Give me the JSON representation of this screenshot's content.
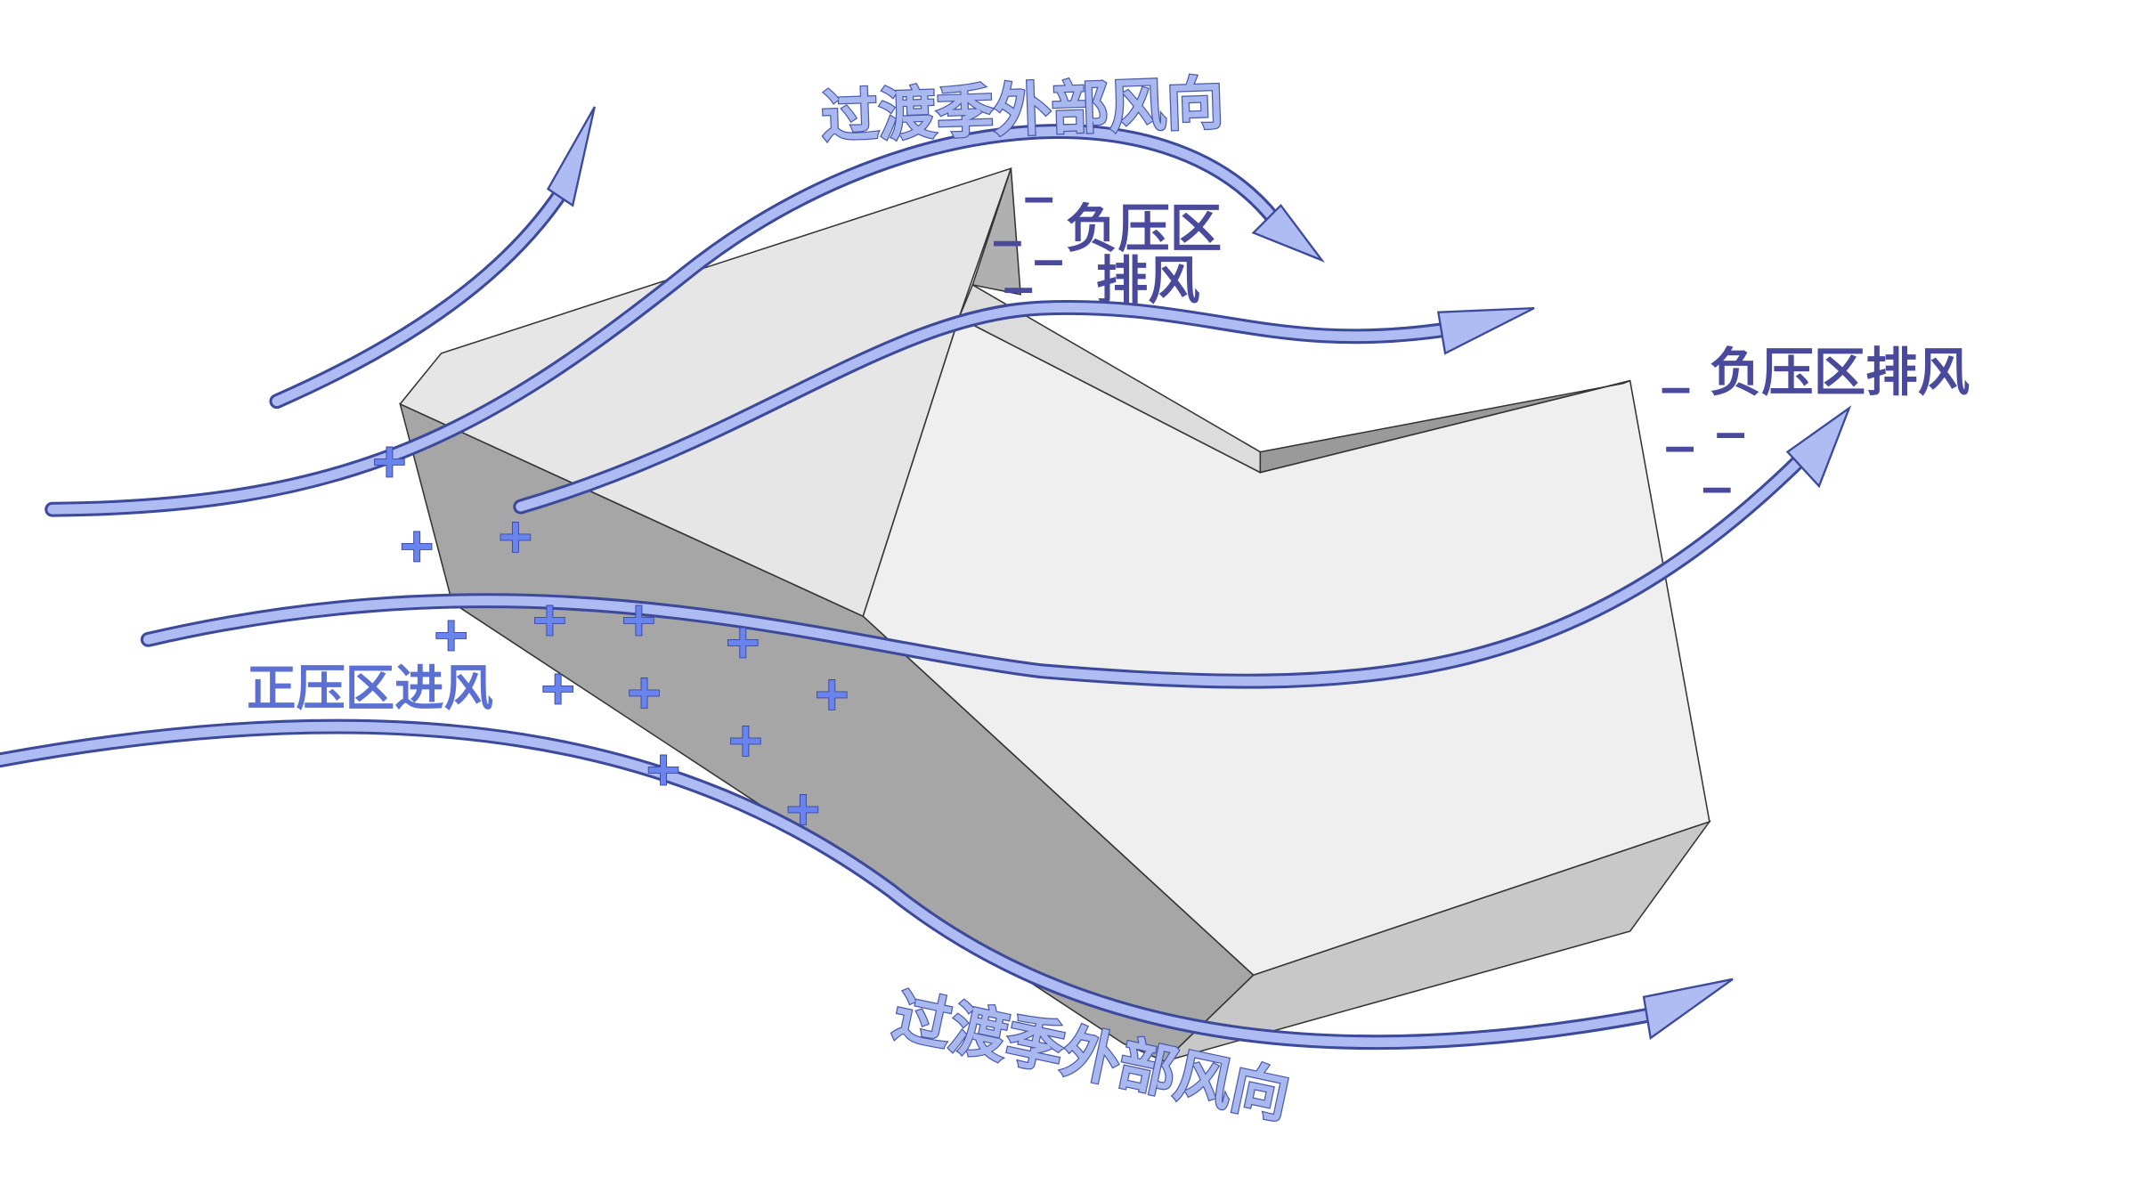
{
  "labels": {
    "top_wind": "过渡季外部风向",
    "bottom_wind": "过渡季外部风向",
    "neg_zone_upper_1": "负压区",
    "neg_zone_upper_2": "排风",
    "neg_zone_right": "负压区排风",
    "pos_zone": "正压区进风"
  },
  "markers": {
    "plus": "+",
    "minus": "−"
  },
  "colors": {
    "airflow_fill": "#aebcf3",
    "airflow_outline": "#3d4a9a",
    "negative_text": "#4a4a9c",
    "positive_text": "#5b70d2",
    "building_top": "#efefef",
    "building_side": "#a6a6a6"
  }
}
